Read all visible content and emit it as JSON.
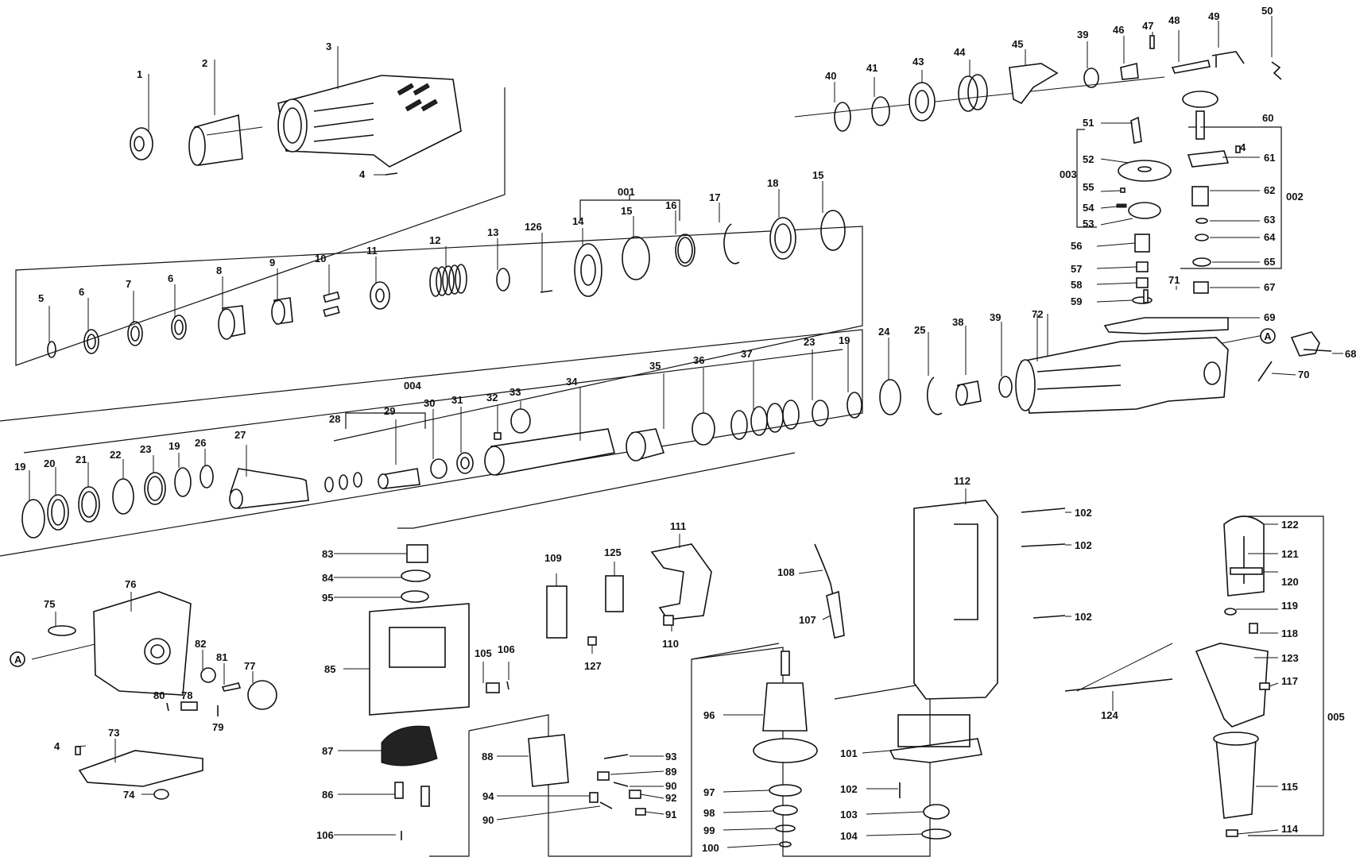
{
  "diagram": {
    "section_labels": {
      "s001": "001",
      "s002": "002",
      "s003": "003",
      "s004": "004",
      "s005": "005"
    },
    "marker_a": "A",
    "part_numbers": {
      "p1": "1",
      "p2": "2",
      "p3": "3",
      "p4": "4",
      "p5": "5",
      "p6": "6",
      "p7": "7",
      "p8": "8",
      "p9": "9",
      "p10": "10",
      "p11": "11",
      "p12": "12",
      "p13": "13",
      "p14": "14",
      "p15": "15",
      "p16": "16",
      "p17": "17",
      "p18": "18",
      "p19": "19",
      "p20": "20",
      "p21": "21",
      "p22": "22",
      "p23": "23",
      "p24": "24",
      "p25": "25",
      "p26": "26",
      "p27": "27",
      "p28": "28",
      "p29": "29",
      "p30": "30",
      "p31": "31",
      "p32": "32",
      "p33": "33",
      "p34": "34",
      "p35": "35",
      "p36": "36",
      "p37": "37",
      "p38": "38",
      "p39": "39",
      "p40": "40",
      "p41": "41",
      "p43": "43",
      "p44": "44",
      "p45": "45",
      "p46": "46",
      "p47": "47",
      "p48": "48",
      "p49": "49",
      "p50": "50",
      "p51": "51",
      "p52": "52",
      "p53": "53",
      "p54": "54",
      "p55": "55",
      "p56": "56",
      "p57": "57",
      "p58": "58",
      "p59": "59",
      "p60": "60",
      "p61": "61",
      "p62": "62",
      "p63": "63",
      "p64": "64",
      "p65": "65",
      "p67": "67",
      "p68": "68",
      "p69": "69",
      "p70": "70",
      "p71": "71",
      "p72": "72",
      "p73": "73",
      "p74": "74",
      "p75": "75",
      "p76": "76",
      "p77": "77",
      "p78": "78",
      "p79": "79",
      "p80": "80",
      "p81": "81",
      "p82": "82",
      "p83": "83",
      "p84": "84",
      "p85": "85",
      "p86": "86",
      "p87": "87",
      "p88": "88",
      "p89": "89",
      "p90": "90",
      "p91": "91",
      "p92": "92",
      "p93": "93",
      "p94": "94",
      "p95": "95",
      "p96": "96",
      "p97": "97",
      "p98": "98",
      "p99": "99",
      "p100": "100",
      "p101": "101",
      "p102": "102",
      "p103": "103",
      "p104": "104",
      "p105": "105",
      "p106": "106",
      "p107": "107",
      "p108": "108",
      "p109": "109",
      "p110": "110",
      "p111": "111",
      "p112": "112",
      "p114": "114",
      "p115": "115",
      "p117": "117",
      "p118": "118",
      "p119": "119",
      "p120": "120",
      "p121": "121",
      "p122": "122",
      "p123": "123",
      "p124": "124",
      "p125": "125",
      "p126": "126",
      "p127": "127"
    }
  }
}
